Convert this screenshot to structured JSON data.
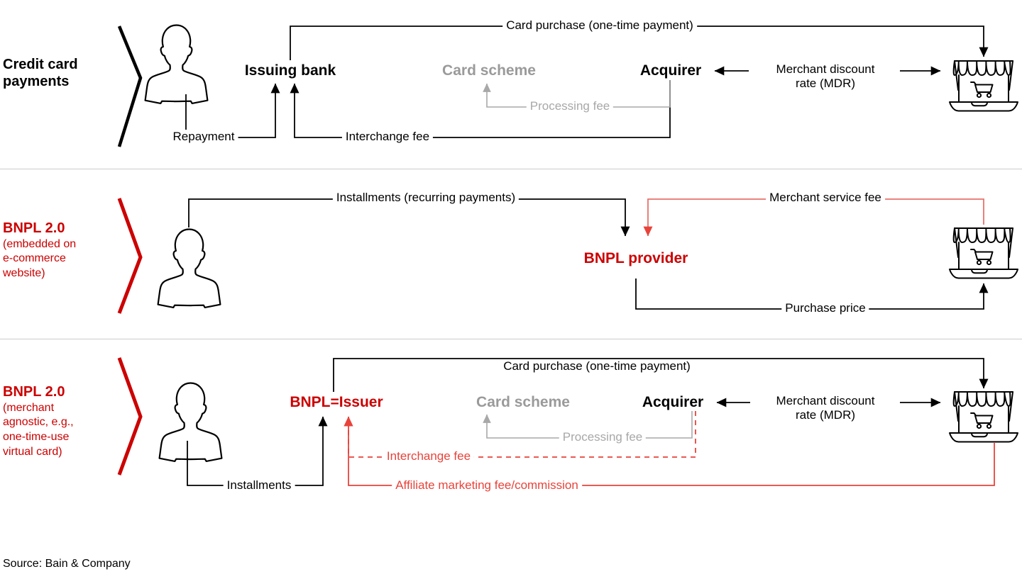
{
  "meta": {
    "source_note": "Source: Bain & Company",
    "colors": {
      "brand_red": "#cc0000",
      "light_red": "#e8433a",
      "salmon_red": "#e8726b",
      "gray_text": "#a8a8a8",
      "gray_node": "#9a9a9a",
      "black": "#000000",
      "divider": "#d8d8d8"
    }
  },
  "rows": [
    {
      "id": "credit-card-payments",
      "title": "Credit card",
      "title2": "payments",
      "subtitle": "",
      "title_color": "black",
      "bracket_color": "#000000",
      "nodes": {
        "consumer": "consumer-icon",
        "issuer": "Issuing bank",
        "scheme": "Card scheme",
        "acquirer": "Acquirer",
        "merchant": "shop-icon"
      },
      "flows": [
        {
          "label": "Card purchase (one-time payment)",
          "color": "black",
          "style": "solid"
        },
        {
          "label": "Merchant discount",
          "label2": "rate (MDR)",
          "color": "black",
          "style": "solid"
        },
        {
          "label": "Processing fee",
          "color": "gray",
          "style": "solid"
        },
        {
          "label": "Interchange fee",
          "color": "black",
          "style": "solid"
        },
        {
          "label": "Repayment",
          "color": "black",
          "style": "solid"
        }
      ]
    },
    {
      "id": "bnpl-2-0-embedded",
      "title": "BNPL 2.0",
      "subtitle": "(embedded on e-commerce website)",
      "subtitle_lines": [
        "(embedded on",
        "e-commerce",
        "website)"
      ],
      "title_color": "#cc0000",
      "bracket_color": "#cc0000",
      "nodes": {
        "consumer": "consumer-icon",
        "provider": "BNPL provider",
        "merchant": "shop-icon"
      },
      "flows": [
        {
          "label": "Installments (recurring payments)",
          "color": "black",
          "style": "solid"
        },
        {
          "label": "Merchant service fee",
          "color": "black",
          "line_color": "salmon",
          "style": "solid"
        },
        {
          "label": "Purchase price",
          "color": "black",
          "style": "solid"
        }
      ]
    },
    {
      "id": "bnpl-2-0-merchant-agnostic",
      "title": "BNPL 2.0",
      "subtitle": "(merchant agnostic, e.g., one-time-use virtual card)",
      "subtitle_lines": [
        "(merchant",
        "agnostic, e.g.,",
        "one-time-use",
        "virtual card)"
      ],
      "title_color": "#cc0000",
      "bracket_color": "#cc0000",
      "nodes": {
        "consumer": "consumer-icon",
        "issuer": "BNPL=Issuer",
        "scheme": "Card scheme",
        "acquirer": "Acquirer",
        "merchant": "shop-icon"
      },
      "flows": [
        {
          "label": "Card purchase (one-time payment)",
          "color": "black",
          "style": "solid"
        },
        {
          "label": "Merchant discount",
          "label2": "rate (MDR)",
          "color": "black",
          "style": "solid"
        },
        {
          "label": "Processing fee",
          "color": "gray",
          "style": "solid"
        },
        {
          "label": "Interchange fee",
          "color": "red",
          "style": "dashed"
        },
        {
          "label": "Affiliate marketing fee/commission",
          "color": "red",
          "style": "solid"
        },
        {
          "label": "Installments",
          "color": "black",
          "style": "solid"
        }
      ]
    }
  ],
  "labels": {
    "r1_title_1": "Credit card",
    "r1_title_2": "payments",
    "r1_issuer": "Issuing bank",
    "r1_scheme": "Card scheme",
    "r1_acquirer": "Acquirer",
    "r1_card_purchase": "Card purchase (one-time payment)",
    "r1_mdr_1": "Merchant discount",
    "r1_mdr_2": "rate (MDR)",
    "r1_processing": "Processing fee",
    "r1_interchange": "Interchange fee",
    "r1_repayment": "Repayment",
    "r2_title": "BNPL 2.0",
    "r2_sub_1": "(embedded on",
    "r2_sub_2": "e-commerce",
    "r2_sub_3": "website)",
    "r2_provider": "BNPL provider",
    "r2_installments": "Installments (recurring payments)",
    "r2_merchant_service_fee": "Merchant service fee",
    "r2_purchase_price": "Purchase price",
    "r3_title": "BNPL 2.0",
    "r3_sub_1": "(merchant",
    "r3_sub_2": "agnostic, e.g.,",
    "r3_sub_3": "one-time-use",
    "r3_sub_4": "virtual card)",
    "r3_issuer": "BNPL=Issuer",
    "r3_scheme": "Card scheme",
    "r3_acquirer": "Acquirer",
    "r3_card_purchase": "Card purchase (one-time payment)",
    "r3_mdr_1": "Merchant discount",
    "r3_mdr_2": "rate (MDR)",
    "r3_processing": "Processing fee",
    "r3_interchange": "Interchange fee",
    "r3_affiliate": "Affiliate marketing fee/commission",
    "r3_installments": "Installments",
    "source": "Source: Bain & Company"
  }
}
